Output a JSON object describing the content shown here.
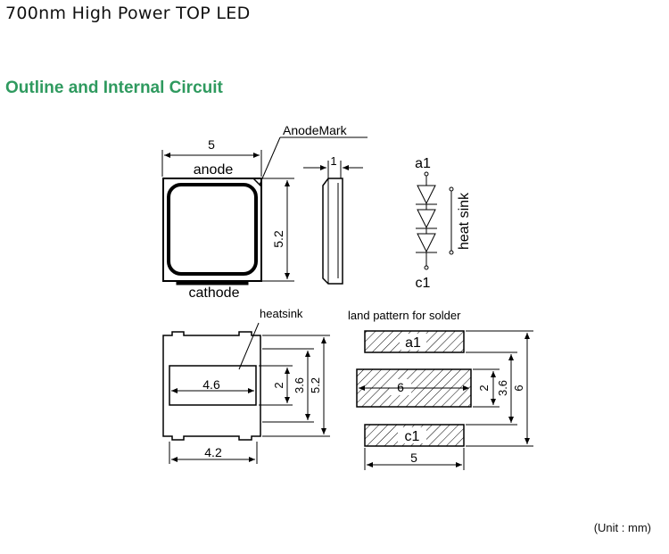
{
  "header": {
    "title": "700nm High Power TOP LED"
  },
  "section": {
    "heading": "Outline and Internal Circuit"
  },
  "top_view": {
    "width_dim": "5",
    "height_dim": "5.2",
    "anode_label": "anode",
    "cathode_label": "cathode",
    "anode_mark_label": "AnodeMark"
  },
  "side_view": {
    "thickness_dim": "1"
  },
  "circuit": {
    "anode_terminal": "a1",
    "cathode_terminal": "c1",
    "heat_sink_label": "heat sink",
    "led_count": 3
  },
  "bottom_view": {
    "heatsink_label": "heatsink",
    "pad_width_dim": "4.6",
    "overall_width_dim": "4.2",
    "dim_2": "2",
    "dim_3_6": "3.6",
    "dim_5_2": "5.2"
  },
  "land_pattern": {
    "label": "land pattern for solder",
    "pad_a1": "a1",
    "pad_c1": "c1",
    "center_width_dim": "6",
    "overall_width_dim": "5",
    "dim_2": "2",
    "dim_3_6": "3.6",
    "dim_6": "6"
  },
  "footer": {
    "unit_note": "(Unit : mm)"
  }
}
